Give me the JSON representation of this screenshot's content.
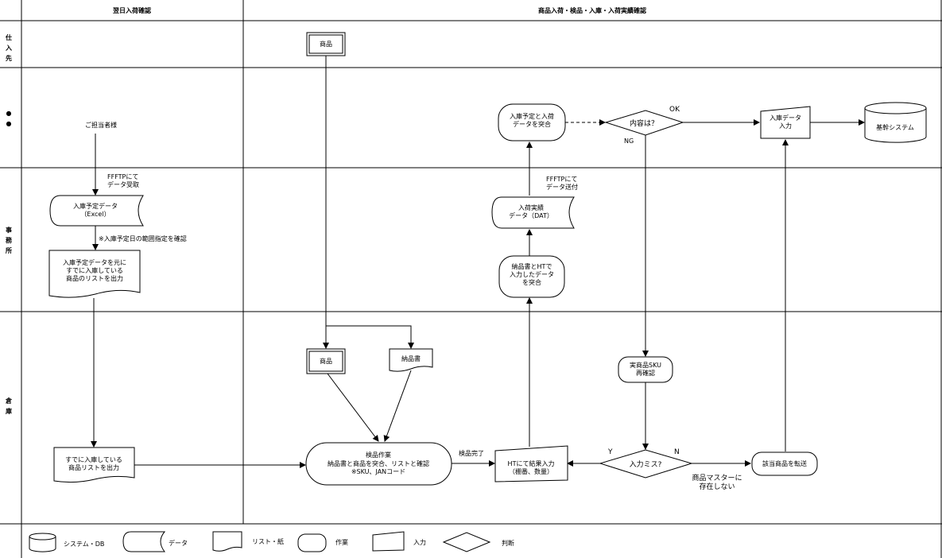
{
  "headers": {
    "left": "翌日入荷確認",
    "right": "商品入荷・検品・入庫・入荷実績確認"
  },
  "lanes": {
    "supplier": [
      "仕",
      "入",
      "先"
    ],
    "client": [
      "●",
      "●"
    ],
    "office": [
      "事",
      "務",
      "所"
    ],
    "warehouse": [
      "倉",
      "庫"
    ]
  },
  "nodes": {
    "product_top": "商品",
    "client_contact": "ご担当者様",
    "ftp_receive": [
      "FFFTPにて",
      "データ受取"
    ],
    "plan_data": [
      "入庫予定データ",
      "（Excel）"
    ],
    "range_note": "※入庫予定日の範囲指定を確認",
    "list_output": [
      "入庫予定データを元に",
      "すでに入庫している",
      "商品のリストを出力"
    ],
    "wh_list": [
      "すでに入庫している",
      "商品リストを出力"
    ],
    "product_wh": "商品",
    "delivery_note": "納品書",
    "inspection": [
      "検品作業",
      "納品書と商品を突合、リストと確認",
      "※SKU、JANコード"
    ],
    "inspection_done": "検品完了",
    "ht_input": [
      "HTにて結果入力",
      "（棚番、数量）"
    ],
    "match_ht": [
      "納品書とHTで",
      "入力したデータ",
      "を突合"
    ],
    "result_data": [
      "入荷実績",
      "データ（DAT）"
    ],
    "ftp_send": [
      "FFFTPにて",
      "データ送付"
    ],
    "match_plan": [
      "入庫予定と入荷",
      "データを突合"
    ],
    "content_check": "内容は？",
    "ok": "OK",
    "ng": "NG",
    "stock_input": [
      "入庫データ",
      "入力"
    ],
    "core_system": "基幹システム",
    "sku_recheck": [
      "実商品SKU",
      "再確認"
    ],
    "input_error": "入力ミス?",
    "y": "Y",
    "n": "N",
    "not_in_master": [
      "商品マスターに",
      "存在しない"
    ],
    "transfer": "該当商品を転送"
  },
  "legend": {
    "system_db": "システム・DB",
    "data": "データ",
    "list_paper": "リスト・紙",
    "task": "作業",
    "input": "入力",
    "decision": "判断"
  }
}
